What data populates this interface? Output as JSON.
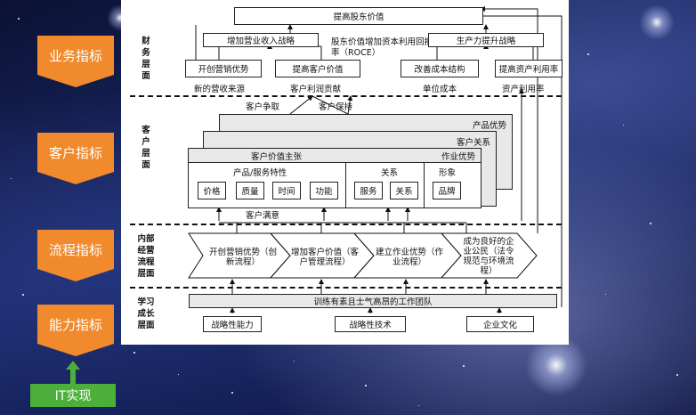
{
  "left_labels": [
    "业务指标",
    "客户指标",
    "流程指标",
    "能力指标"
  ],
  "it_button": "IT实现",
  "diagram": {
    "financial": {
      "side": "财务层面",
      "top": "提高股东价值",
      "growth": "增加营业收入战略",
      "roce": "股东价值增加资本利用回报率（ROCE）",
      "productivity": "生产力提升战略",
      "items": [
        "开创营销优势",
        "提高客户价值",
        "改善成本结构",
        "提高资产利用率"
      ],
      "outputs": [
        "新的营收来源",
        "客户利润贡献",
        "单位成本",
        "资产利用率"
      ]
    },
    "customer": {
      "side": "客户层面",
      "acquire": "客户争取",
      "retain": "客户保持",
      "layers": [
        "产品优势",
        "客户关系",
        "作业优势"
      ],
      "value_prop": "客户价值主张",
      "product_attr": "产品/服务特性",
      "attrs": [
        "价格",
        "质量",
        "时间",
        "功能"
      ],
      "relation_label": "关系",
      "relations": [
        "服务",
        "关系"
      ],
      "image_label": "形象",
      "image": "品牌",
      "satisfaction": "客户满意"
    },
    "process": {
      "side": "内部经营流程层面",
      "steps": [
        "开创营销优势（创新流程）",
        "增加客户价值（客户管理流程）",
        "建立作业优势（作业流程）",
        "成为良好的企业公民（法令规范与环境流程）"
      ]
    },
    "learning": {
      "side": "学习成长层面",
      "team": "训练有素且士气高昂的工作团队",
      "items": [
        "战略性能力",
        "战略性技术",
        "企业文化"
      ]
    }
  }
}
